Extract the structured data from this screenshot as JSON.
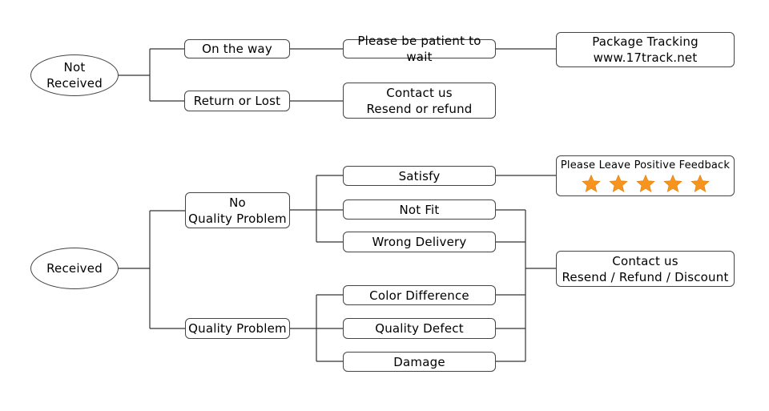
{
  "not_received": {
    "root": [
      "Not",
      "Received"
    ],
    "on_the_way": "On the way",
    "return_or_lost": "Return or Lost",
    "patient": "Please be patient to wait",
    "tracking": [
      "Package Tracking",
      "www.17track.net"
    ],
    "contact": [
      "Contact us",
      "Resend or refund"
    ]
  },
  "received": {
    "root": "Received",
    "no_quality_problem": [
      "No",
      "Quality Problem"
    ],
    "quality_problem": "Quality Problem",
    "satisfy": "Satisfy",
    "not_fit": "Not Fit",
    "wrong_delivery": "Wrong Delivery",
    "color_difference": "Color Difference",
    "quality_defect": "Quality Defect",
    "damage": "Damage",
    "feedback": {
      "title": "Please Leave Positive Feedback",
      "star_count": 5,
      "star_color": "#f7941d"
    },
    "contact": [
      "Contact us",
      "Resend / Refund / Discount"
    ]
  }
}
